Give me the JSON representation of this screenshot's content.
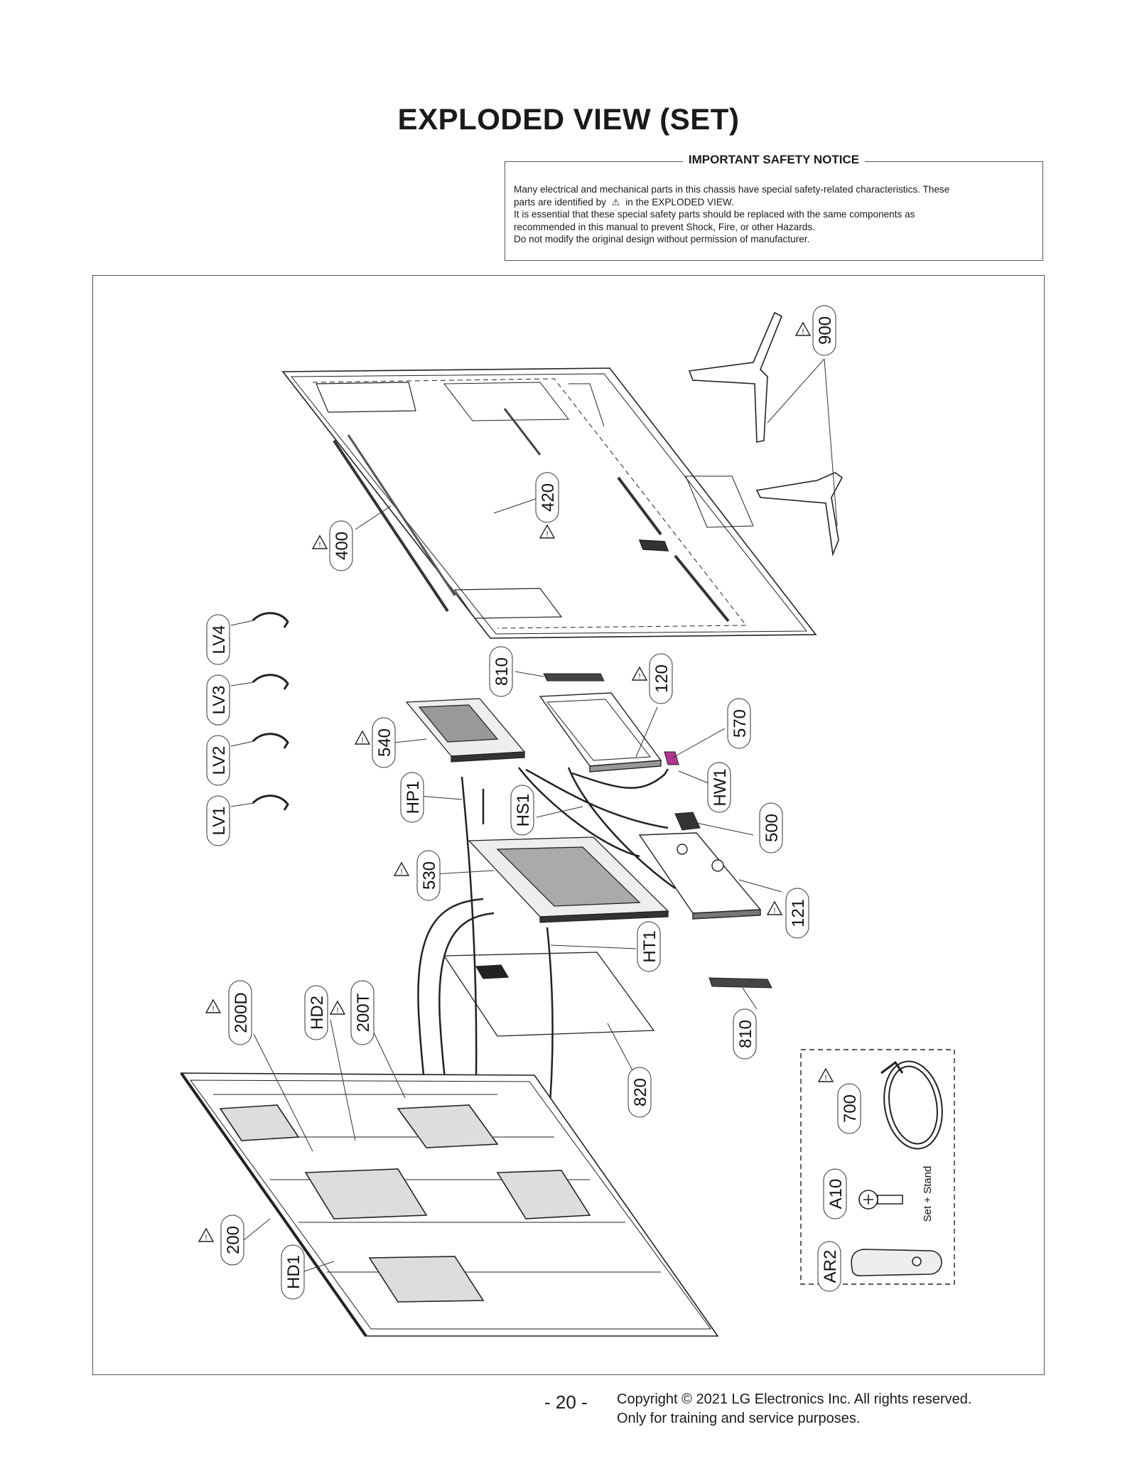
{
  "page": {
    "title": "EXPLODED VIEW (SET)",
    "page_number": "- 20 -",
    "copyright_line1": "Copyright © 2021 LG Electronics Inc. All rights reserved.",
    "copyright_line2": "Only for training and service purposes."
  },
  "notice": {
    "heading": "IMPORTANT SAFETY NOTICE",
    "line1": "Many electrical and mechanical parts in this chassis have special safety-related characteristics. These",
    "line2a": "parts are identified by",
    "line2b": "in the EXPLODED VIEW.",
    "line3": "It is essential that these special safety parts should be replaced with the same components as",
    "line4": "recommended in this manual to prevent Shock, Fire, or other Hazards.",
    "line5": "Do not modify the original design without permission of manufacturer."
  },
  "labels": {
    "p900": "900",
    "p420": "420",
    "p400": "400",
    "lv4": "LV4",
    "lv3": "LV3",
    "lv2": "LV2",
    "lv1": "LV1",
    "p810a": "810",
    "p120": "120",
    "p570": "570",
    "p540": "540",
    "hp1": "HP1",
    "hs1": "HS1",
    "hw1": "HW1",
    "p500": "500",
    "p530": "530",
    "p121": "121",
    "ht1": "HT1",
    "p810b": "810",
    "p200d": "200D",
    "hd2": "HD2",
    "p200t": "200T",
    "p820": "820",
    "p700": "700",
    "a10": "A10",
    "ar2": "AR2",
    "p200": "200",
    "hd1": "HD1",
    "set_stand": "Set + Stand"
  }
}
